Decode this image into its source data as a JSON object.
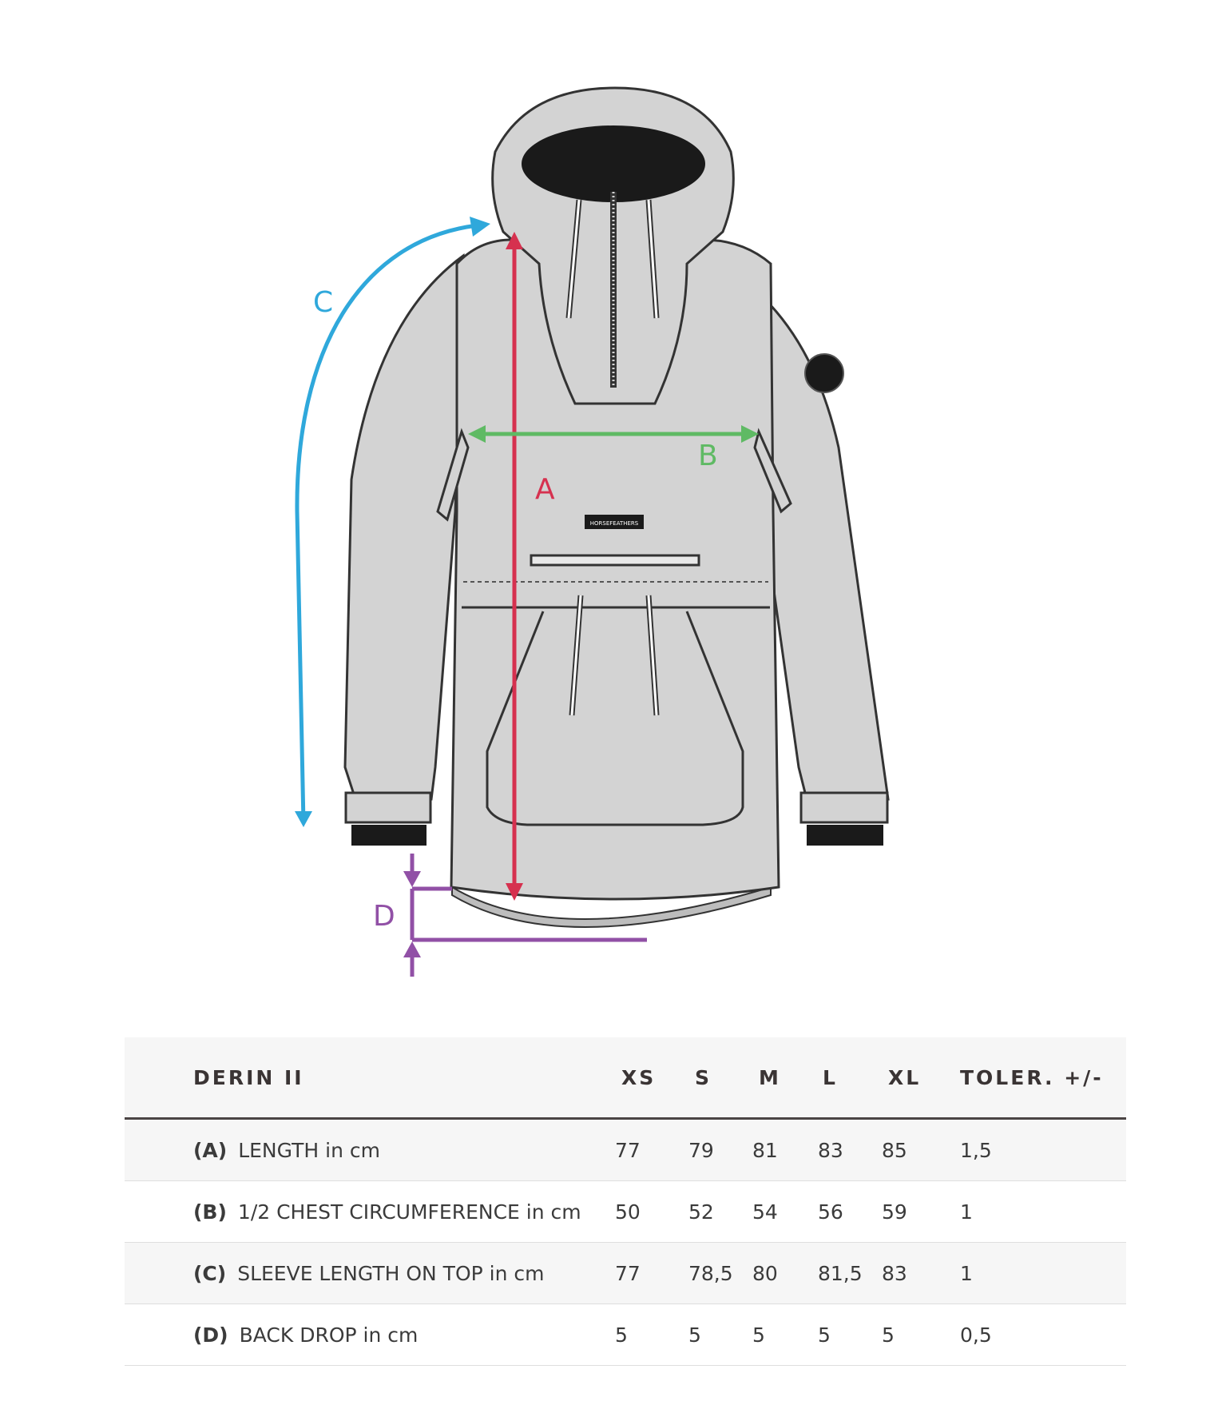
{
  "diagram": {
    "labels": {
      "a": "A",
      "b": "B",
      "c": "C",
      "d": "D"
    },
    "brand_tag": "HORSEFEATHERS",
    "colors": {
      "a": "#d6314f",
      "b": "#5fba64",
      "c": "#2fa8db",
      "d": "#9150a6",
      "jacket": "#d3d3d3",
      "outline": "#333333"
    }
  },
  "table": {
    "header": {
      "name": "DERIN II",
      "xs": "XS",
      "s": "S",
      "m": "M",
      "l": "L",
      "xl": "XL",
      "tol": "TOLER. +/-"
    },
    "rows": [
      {
        "code": "(A)",
        "name": "LENGTH in cm",
        "xs": "77",
        "s": "79",
        "m": "81",
        "l": "83",
        "xl": "85",
        "tol": "1,5"
      },
      {
        "code": "(B)",
        "name": "1/2 CHEST CIRCUMFERENCE in cm",
        "xs": "50",
        "s": "52",
        "m": "54",
        "l": "56",
        "xl": "59",
        "tol": "1"
      },
      {
        "code": "(C)",
        "name": "SLEEVE LENGTH ON TOP in cm",
        "xs": "77",
        "s": "78,5",
        "m": "80",
        "l": "81,5",
        "xl": "83",
        "tol": "1"
      },
      {
        "code": "(D)",
        "name": "BACK DROP in cm",
        "xs": "5",
        "s": "5",
        "m": "5",
        "l": "5",
        "xl": "5",
        "tol": "0,5"
      }
    ]
  }
}
